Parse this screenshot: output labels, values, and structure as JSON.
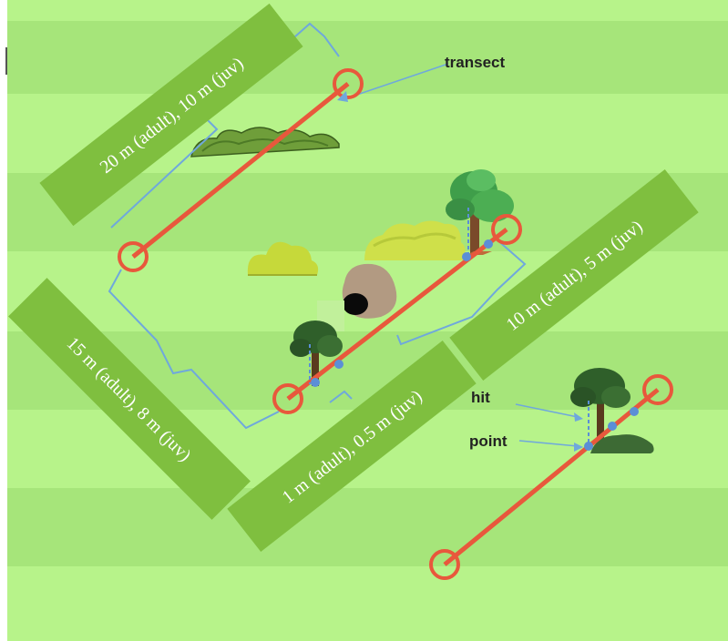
{
  "labels": {
    "transect": "transect",
    "hit": "hit",
    "point": "point"
  },
  "distances": {
    "transect_length": "20 m (adult), 10 m (juv)",
    "transect_spacing": "15 m (adult), 8 m (juv)",
    "point_interval": "1 m (adult), 0.5 m (juv)",
    "plot_width": "10 m (adult), 5 m (juv)"
  },
  "colors": {
    "stripe_light": "#b7f38a",
    "stripe_dark": "#a6e57a",
    "banner": "#7fbf3f",
    "transect_line": "#e8583c",
    "bracket": "#6fa8dc",
    "point_marker": "#5b8fd6"
  }
}
